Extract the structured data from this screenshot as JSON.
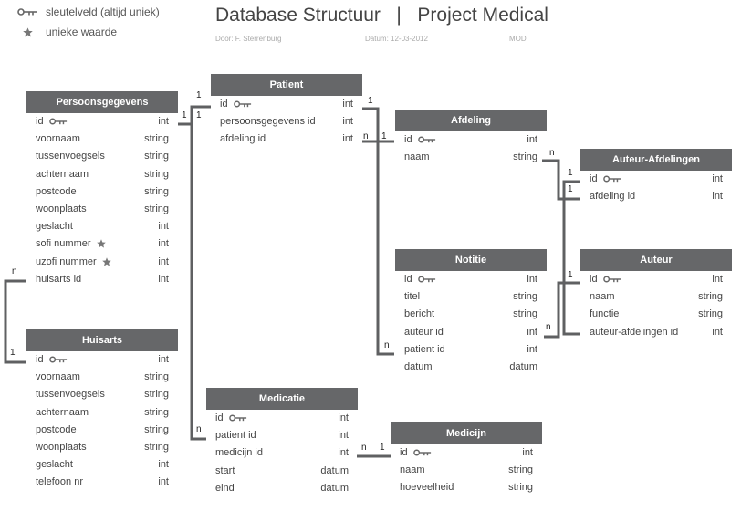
{
  "legend": {
    "key_label": "sleutelveld (altijd uniek)",
    "star_label": "unieke waarde"
  },
  "header": {
    "title": "Database Structuur   |   Project Medical",
    "author": "Door: F. Sterrenburg",
    "date": "Datum: 12-03-2012",
    "code": "MOD"
  },
  "tables": {
    "persoonsgegevens": {
      "name": "Persoonsgegevens",
      "fields": [
        {
          "name": "id",
          "type": "int",
          "icon": "key-icon"
        },
        {
          "name": "voornaam",
          "type": "string"
        },
        {
          "name": "tussenvoegsels",
          "type": "string"
        },
        {
          "name": "achternaam",
          "type": "string"
        },
        {
          "name": "postcode",
          "type": "string"
        },
        {
          "name": "woonplaats",
          "type": "string"
        },
        {
          "name": "geslacht",
          "type": "int"
        },
        {
          "name": "sofi nummer",
          "type": "int",
          "icon": "star-icon"
        },
        {
          "name": "uzofi nummer",
          "type": "int",
          "icon": "star-icon"
        },
        {
          "name": "huisarts id",
          "type": "int"
        }
      ]
    },
    "patient": {
      "name": "Patient",
      "fields": [
        {
          "name": "id",
          "type": "int",
          "icon": "key-icon"
        },
        {
          "name": "persoonsgegevens id",
          "type": "int"
        },
        {
          "name": "afdeling id",
          "type": "int"
        }
      ]
    },
    "afdeling": {
      "name": "Afdeling",
      "fields": [
        {
          "name": "id",
          "type": "int",
          "icon": "key-icon"
        },
        {
          "name": "naam",
          "type": "string"
        }
      ]
    },
    "auteur_afdelingen": {
      "name": "Auteur-Afdelingen",
      "fields": [
        {
          "name": "id",
          "type": "int",
          "icon": "key-icon"
        },
        {
          "name": "afdeling id",
          "type": "int"
        }
      ]
    },
    "notitie": {
      "name": "Notitie",
      "fields": [
        {
          "name": "id",
          "type": "int",
          "icon": "key-icon"
        },
        {
          "name": "titel",
          "type": "string"
        },
        {
          "name": "bericht",
          "type": "string"
        },
        {
          "name": "auteur id",
          "type": "int"
        },
        {
          "name": "patient id",
          "type": "int"
        },
        {
          "name": "datum",
          "type": "datum"
        }
      ]
    },
    "auteur": {
      "name": "Auteur",
      "fields": [
        {
          "name": "id",
          "type": "int",
          "icon": "key-icon"
        },
        {
          "name": "naam",
          "type": "string"
        },
        {
          "name": "functie",
          "type": "string"
        },
        {
          "name": "auteur-afdelingen id",
          "type": "int"
        }
      ]
    },
    "huisarts": {
      "name": "Huisarts",
      "fields": [
        {
          "name": "id",
          "type": "int",
          "icon": "key-icon"
        },
        {
          "name": "voornaam",
          "type": "string"
        },
        {
          "name": "tussenvoegsels",
          "type": "string"
        },
        {
          "name": "achternaam",
          "type": "string"
        },
        {
          "name": "postcode",
          "type": "string"
        },
        {
          "name": "woonplaats",
          "type": "string"
        },
        {
          "name": "geslacht",
          "type": "int"
        },
        {
          "name": "telefoon nr",
          "type": "int"
        }
      ]
    },
    "medicatie": {
      "name": "Medicatie",
      "fields": [
        {
          "name": "id",
          "type": "int",
          "icon": "key-icon"
        },
        {
          "name": "patient id",
          "type": "int"
        },
        {
          "name": "medicijn id",
          "type": "int"
        },
        {
          "name": "start",
          "type": "datum"
        },
        {
          "name": "eind",
          "type": "datum"
        }
      ]
    },
    "medicijn": {
      "name": "Medicijn",
      "fields": [
        {
          "name": "id",
          "type": "int",
          "icon": "key-icon"
        },
        {
          "name": "naam",
          "type": "string"
        },
        {
          "name": "hoeveelheid",
          "type": "string"
        }
      ]
    }
  },
  "cardinalities": {
    "c1": "1",
    "c2": "1",
    "c3": "1",
    "c4": "n",
    "c5": "1",
    "c6": "n",
    "c7": "1",
    "c8": "1",
    "c9": "1",
    "c10": "n",
    "c11": "n",
    "c12": "1",
    "c13": "n",
    "c14": "1",
    "c15": "n"
  }
}
